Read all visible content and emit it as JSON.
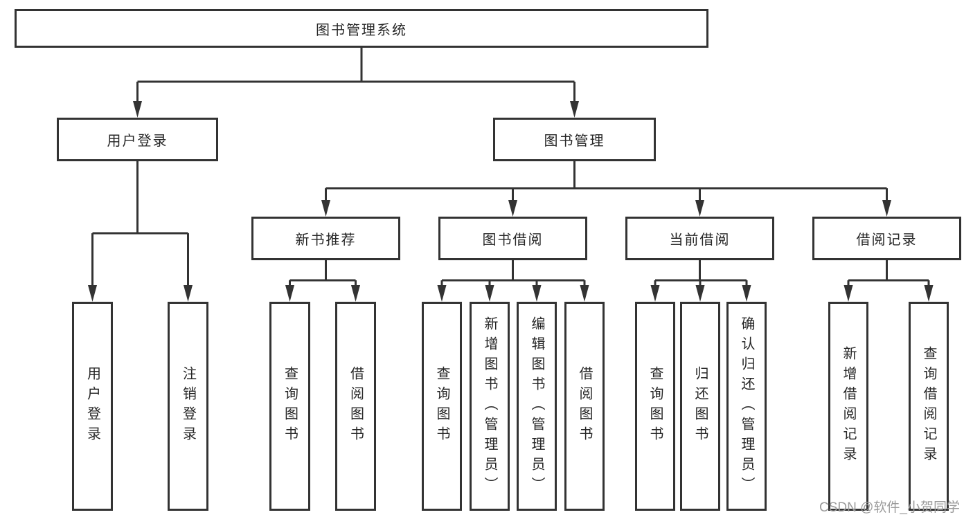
{
  "tree": {
    "root": "图书管理系统",
    "branches": [
      {
        "label": "用户登录",
        "leaves": [
          "用户登录",
          "注销登录"
        ]
      },
      {
        "label": "图书管理",
        "sections": [
          {
            "label": "新书推荐",
            "leaves": [
              "查询图书",
              "借阅图书"
            ]
          },
          {
            "label": "图书借阅",
            "leaves": [
              "查询图书",
              "新增图书（管理员）",
              "编辑图书（管理员）",
              "借阅图书"
            ]
          },
          {
            "label": "当前借阅",
            "leaves": [
              "查询图书",
              "归还图书",
              "确认归还（管理员）"
            ]
          },
          {
            "label": "借阅记录",
            "leaves": [
              "新增借阅记录",
              "查询借阅记录"
            ]
          }
        ]
      }
    ]
  },
  "watermark": "CSDN @软件_小贺同学",
  "colors": {
    "line": "#333333",
    "text": "#262626",
    "background": "#ffffff",
    "watermark": "#9b9b9b"
  }
}
